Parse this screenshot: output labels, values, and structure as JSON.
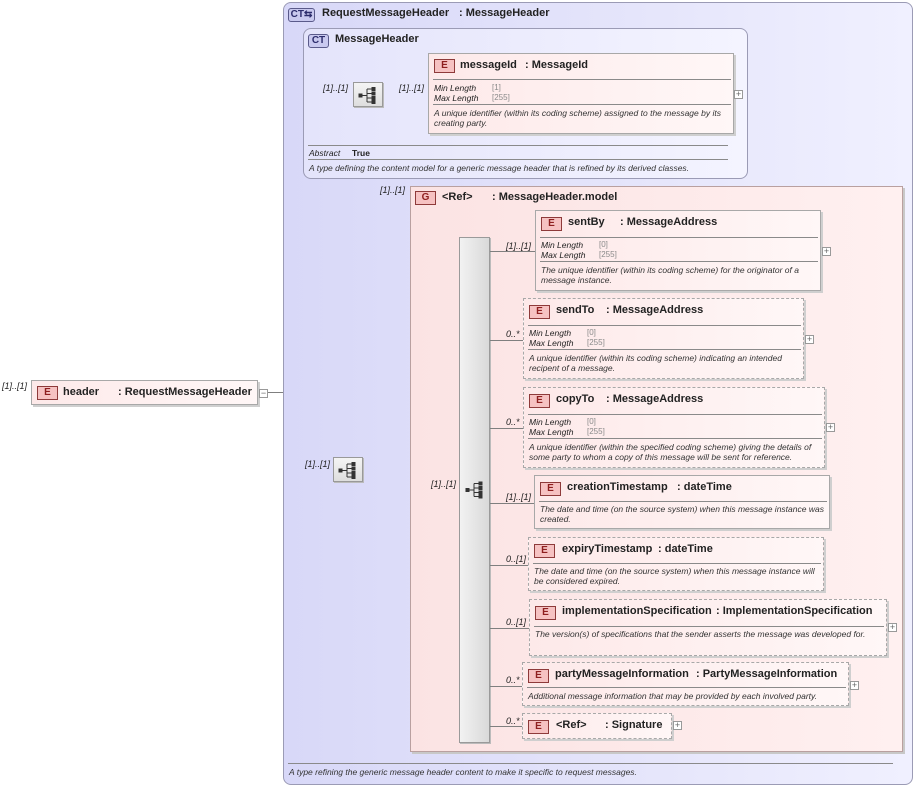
{
  "root": {
    "cardinality": "[1]..[1]",
    "badge": "E",
    "name": "header",
    "type": ": RequestMessageHeader"
  },
  "complex_type": {
    "badge": "CT",
    "title": "RequestMessageHeader",
    "base": ": MessageHeader",
    "doc": "A type refining the generic message header content to make it specific to request messages.",
    "inner": {
      "badge": "CT",
      "title": "MessageHeader",
      "abstract_label": "Abstract",
      "abstract_value": "True",
      "doc": "A type defining the content model for a generic message header that is refined by its derived classes.",
      "seq_card_in": "[1]..[1]",
      "seq_card_out": "[1]..[1]",
      "element": {
        "badge": "E",
        "name": "messageId",
        "type": ": MessageId",
        "min_label": "Min Length",
        "min_value": "[1]",
        "max_label": "Max Length",
        "max_value": "[255]",
        "doc": "A unique identifier (within its coding scheme) assigned to the message by its creating party."
      }
    },
    "seq2_card": "[1]..[1]",
    "group": {
      "cardinality": "[1]..[1]",
      "badge": "G",
      "ref": "<Ref>",
      "name": ": MessageHeader.model",
      "seq_card": "[1]..[1]",
      "elements": [
        {
          "card": "[1]..[1]",
          "name": "sentBy",
          "type": ": MessageAddress",
          "min_label": "Min Length",
          "min_value": "[0]",
          "max_label": "Max Length",
          "max_value": "[255]",
          "doc": "The unique identifier (within its coding scheme) for the originator of a message instance."
        },
        {
          "card": "0..*",
          "name": "sendTo",
          "type": ": MessageAddress",
          "min_label": "Min Length",
          "min_value": "[0]",
          "max_label": "Max Length",
          "max_value": "[255]",
          "doc": "A unique identifier (within its coding scheme) indicating an intended recipent of a message."
        },
        {
          "card": "0..*",
          "name": "copyTo",
          "type": ": MessageAddress",
          "min_label": "Min Length",
          "min_value": "[0]",
          "max_label": "Max Length",
          "max_value": "[255]",
          "doc": "A unique identifier (within the specified coding scheme) giving the details of some party to whom a copy of this message will be sent for reference."
        },
        {
          "card": "[1]..[1]",
          "name": "creationTimestamp",
          "type": ": dateTime",
          "doc": "The date and time (on the source system) when this message instance was created."
        },
        {
          "card": "0..[1]",
          "name": "expiryTimestamp",
          "type": ": dateTime",
          "doc": "The date and time (on the source system) when this message instance will be considered expired."
        },
        {
          "card": "0..[1]",
          "name": "implementationSpecification",
          "type": ": ImplementationSpecification",
          "doc": "The version(s) of specifications that the sender asserts the message was developed for."
        },
        {
          "card": "0..*",
          "name": "partyMessageInformation",
          "type": ": PartyMessageInformation",
          "doc": "Additional message information that may be provided by each involved party."
        },
        {
          "card": "0..*",
          "name": "<Ref>",
          "type": ": Signature",
          "doc": ""
        }
      ]
    }
  },
  "icons": {
    "expand": "plus-expand-icon",
    "collapse": "minus-collapse-icon",
    "sequence": "sequence-compositor-icon"
  }
}
